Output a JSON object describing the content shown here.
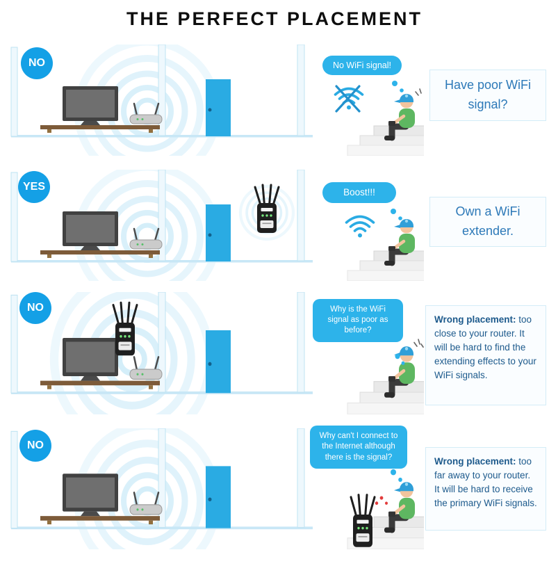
{
  "title": "THE PERFECT PLACEMENT",
  "colors": {
    "accent_blue": "#2aabe3",
    "badge_blue": "#14a0e6",
    "bubble_blue": "#2db3ea",
    "ripple_blue": "#d2edf9",
    "note_border": "#d3ecf7",
    "note_text_blue": "#2d79b8",
    "note_text_navy": "#1d5a8c"
  },
  "icons": {
    "wifi": "wifi-icon",
    "wifi_blocked": "wifi-crossed-icon",
    "extender": "wifi-extender-device",
    "router": "router-icon",
    "tv": "tv-icon",
    "door": "door",
    "ripples": "wifi-ripples",
    "person": "kid-with-phone"
  },
  "rows": [
    {
      "badge": "NO",
      "bubble": "No WiFi signal!",
      "note": "Have poor WiFi signal?"
    },
    {
      "badge": "YES",
      "bubble": "Boost!!!",
      "note": "Own a WiFi extender."
    },
    {
      "badge": "NO",
      "bubble": "Why is the WiFi signal as poor as before?",
      "note_bold": "Wrong placement:",
      "note": "too close to your router. It will be hard to find the extending effects to your WiFi signals."
    },
    {
      "badge": "NO",
      "bubble": "Why can't I connect to the Internet although there is the signal?",
      "note_bold": "Wrong placement:",
      "note": "too far away to your router. It will be hard to receive the primary WiFi signals."
    }
  ]
}
